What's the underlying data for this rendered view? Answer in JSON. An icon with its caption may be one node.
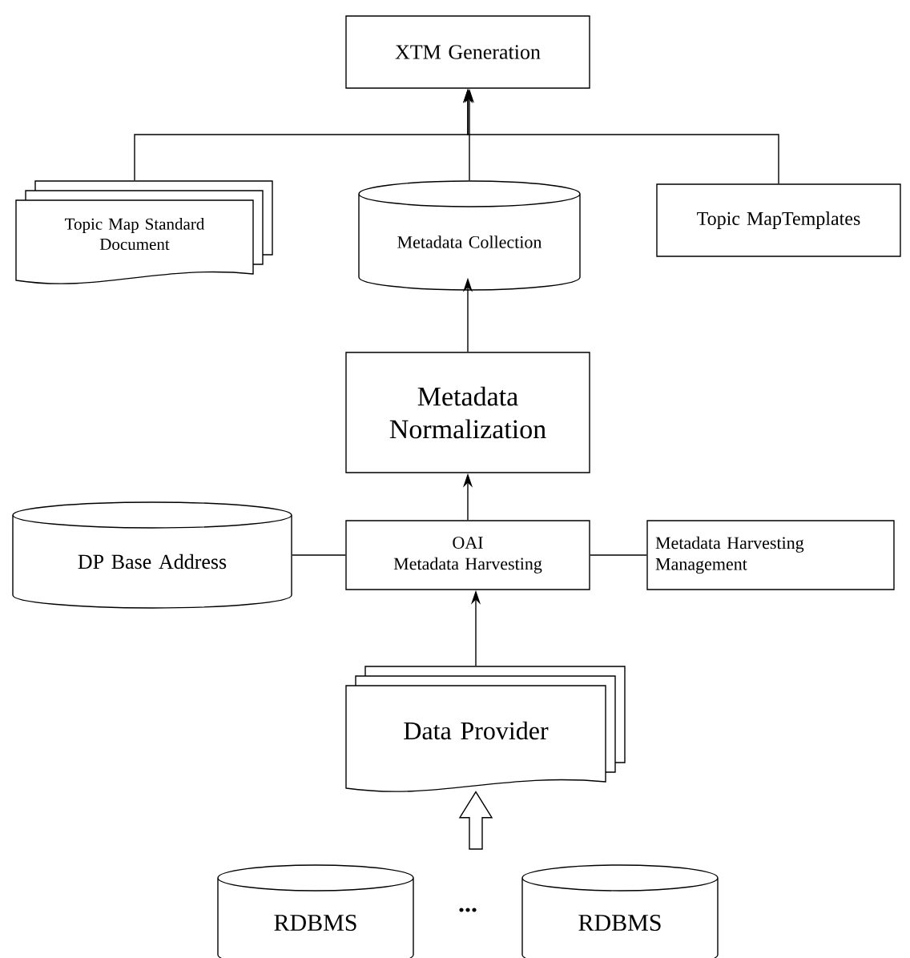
{
  "diagram": {
    "nodes": [
      {
        "text": [
          "XTM Generation"
        ]
      },
      {
        "text": [
          "Topic Map Standard Document"
        ]
      },
      {
        "text": [
          "Metadata Collection"
        ]
      },
      {
        "text": [
          "Topic MapTemplates"
        ]
      },
      {
        "text": [
          "Metadata Normalization"
        ]
      },
      {
        "text": [
          "DP Base Address"
        ]
      },
      {
        "text": [
          "OAI",
          "Metadata Harvesting"
        ]
      },
      {
        "text": [
          "Metadata Harvesting Management"
        ]
      },
      {
        "text": [
          "Data Provider"
        ]
      },
      {
        "text": [
          "RDBMS"
        ]
      },
      {
        "text": [
          "RDBMS"
        ]
      }
    ],
    "edges": [
      {
        "from": 1,
        "to": 0,
        "arrow": "to"
      },
      {
        "from": 2,
        "to": 0,
        "arrow": "to"
      },
      {
        "from": 3,
        "to": 0,
        "arrow": "to"
      },
      {
        "from": 4,
        "to": 2,
        "arrow": "to"
      },
      {
        "from": 6,
        "to": 4,
        "arrow": "to"
      },
      {
        "from": 5,
        "to": 6,
        "arrow": "none"
      },
      {
        "from": 6,
        "to": 7,
        "arrow": "none"
      },
      {
        "from": 8,
        "to": 6,
        "arrow": "to"
      },
      {
        "from": 9,
        "to": 8,
        "arrow": "to",
        "style": "thick"
      },
      {
        "from": 10,
        "to": 8,
        "arrow": "to",
        "style": "thick"
      }
    ],
    "labels": [
      "..."
    ]
  }
}
